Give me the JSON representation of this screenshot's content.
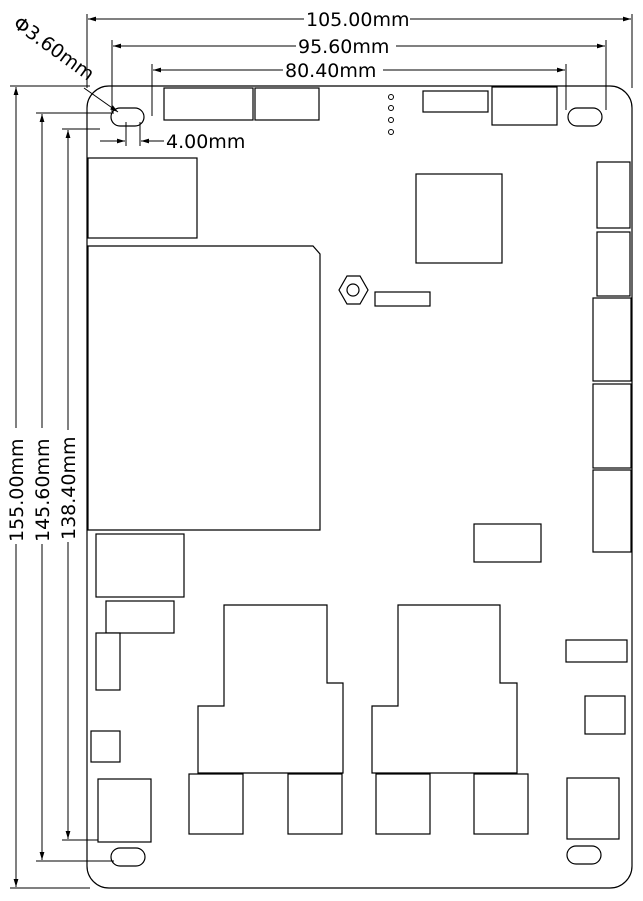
{
  "dimensions": {
    "width_overall": "105.00mm",
    "width_holes": "95.60mm",
    "width_inner": "80.40mm",
    "hole_diameter": "Φ3.60mm",
    "hole_offset": "4.00mm",
    "height_overall": "155.00mm",
    "height_holes": "145.60mm",
    "height_inner": "138.40mm"
  },
  "colors": {
    "line": "#000000",
    "background": "#ffffff"
  }
}
